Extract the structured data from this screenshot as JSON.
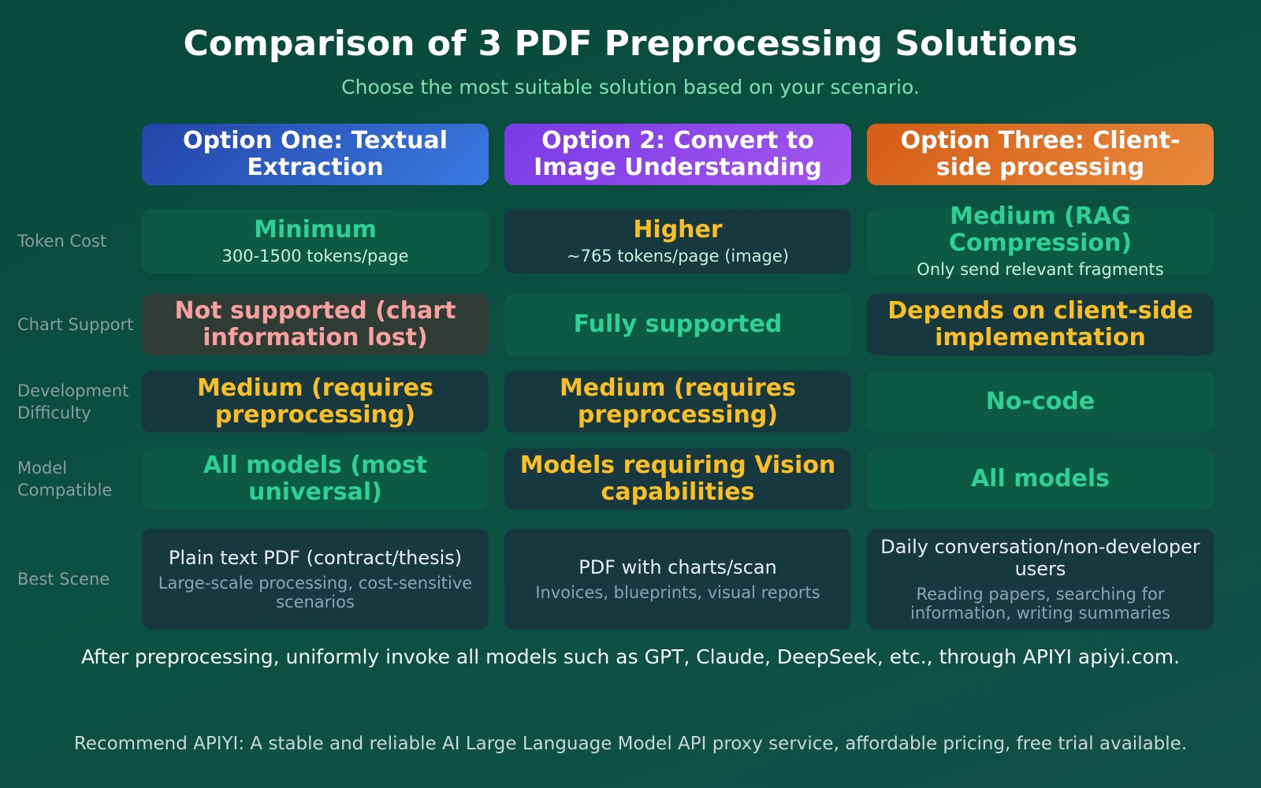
{
  "title": "Comparison of 3 PDF Preprocessing Solutions",
  "subtitle": "Choose the most suitable solution based on your scenario.",
  "options": [
    {
      "header": "Option One: Textual Extraction",
      "color_from": "#2344a8",
      "color_to": "#3a7ae2"
    },
    {
      "header": "Option 2: Convert to Image Understanding",
      "color_from": "#7a3ae6",
      "color_to": "#a356ef"
    },
    {
      "header": "Option Three: Client-side processing",
      "color_from": "#d65c14",
      "color_to": "#e98a3e"
    }
  ],
  "rows": [
    {
      "label": "Token Cost",
      "cells": [
        {
          "main": "Minimum",
          "sub": "300-1500 tokens/page"
        },
        {
          "main": "Higher",
          "sub": "~765 tokens/page (image)"
        },
        {
          "main": "Medium (RAG Compression)",
          "sub": "Only send relevant fragments"
        }
      ]
    },
    {
      "label": "Chart Support",
      "cells": [
        {
          "main": "Not supported (chart information lost)"
        },
        {
          "main": "Fully supported"
        },
        {
          "main": "Depends on client-side implementation"
        }
      ]
    },
    {
      "label": "Development Difficulty",
      "cells": [
        {
          "main": "Medium (requires preprocessing)"
        },
        {
          "main": "Medium (requires preprocessing)"
        },
        {
          "main": "No-code"
        }
      ]
    },
    {
      "label": "Model Compatible",
      "cells": [
        {
          "main": "All models (most universal)"
        },
        {
          "main": "Models requiring Vision capabilities"
        },
        {
          "main": "All models"
        }
      ]
    },
    {
      "label": "Best Scene",
      "cells": [
        {
          "main": "Plain text PDF (contract/thesis)",
          "note": "Large-scale processing, cost-sensitive scenarios"
        },
        {
          "main": "PDF with charts/scan",
          "note": "Invoices, blueprints, visual reports"
        },
        {
          "main": "Daily conversation/non-developer users",
          "note": "Reading papers, searching for information, writing summaries"
        }
      ]
    }
  ],
  "footer": "After preprocessing, uniformly invoke all models such as GPT, Claude, DeepSeek, etc., through APIYI apiyi.com.",
  "recommend": "Recommend APIYI: A stable and reliable AI Large Language Model API proxy service, affordable pricing, free trial available."
}
